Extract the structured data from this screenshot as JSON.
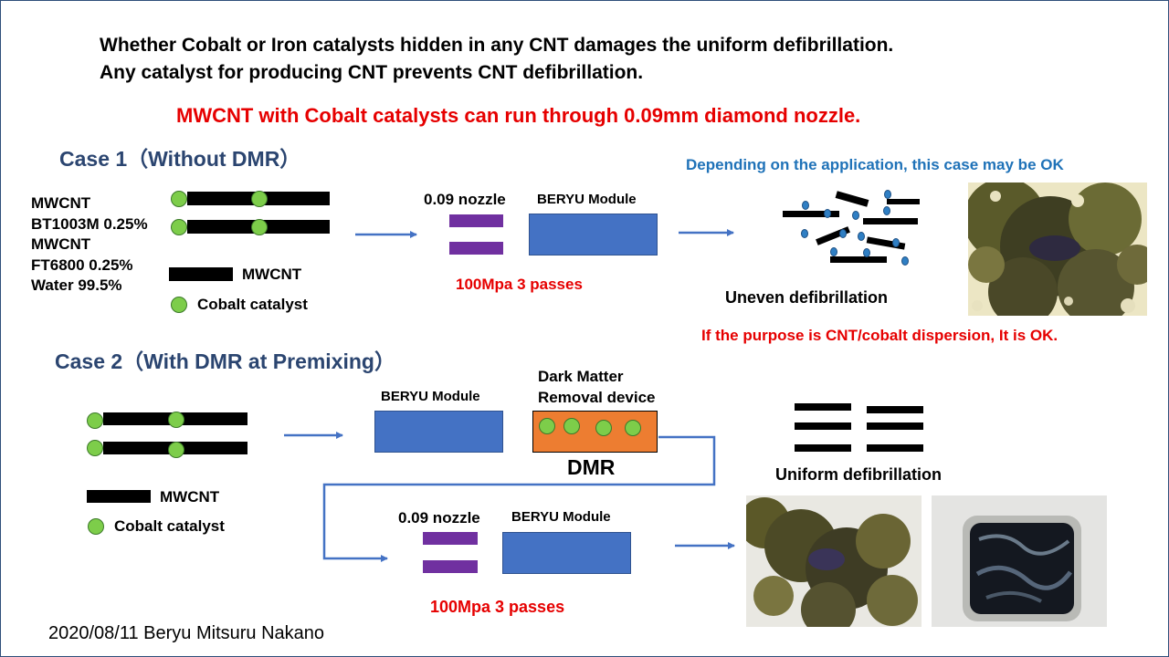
{
  "header": {
    "line1": "Whether Cobalt or Iron catalysts hidden in any CNT  damages the uniform defibrillation.",
    "line2": "Any catalyst for producing CNT prevents CNT defibrillation.",
    "highlight": "MWCNT with Cobalt catalysts can run through 0.09mm diamond nozzle."
  },
  "case1": {
    "heading": "Case  1（Without DMR）",
    "composition": [
      "MWCNT",
      "BT1003M 0.25%",
      "MWCNT",
      "FT6800 0.25%",
      "Water 99.5%"
    ],
    "legend_cnt": "MWCNT",
    "legend_catalyst": "Cobalt catalyst",
    "nozzle_label": "0.09 nozzle",
    "module_label": "BERYU Module",
    "process": "100Mpa 3 passes",
    "note": "Depending on the application, this case may be OK",
    "result": "Uneven defibrillation",
    "note2": "If the purpose is CNT/cobalt dispersion, It is OK."
  },
  "case2": {
    "heading": "Case  2（With DMR at Premixing）",
    "module_label": "BERYU Module",
    "dmr_label": "Dark Matter\nRemoval device",
    "dmr_name": "DMR",
    "legend_cnt": "MWCNT",
    "legend_catalyst": "Cobalt catalyst",
    "nozzle_label": "0.09 nozzle",
    "module_label2": "BERYU Module",
    "process": "100Mpa 3 passes",
    "result": "Uniform defibrillation"
  },
  "footer": "2020/08/11 Beryu Mitsuru Nakano",
  "colors": {
    "accent_red": "#e60000",
    "heading_navy": "#2b4570",
    "note_blue": "#1f72b8",
    "module_blue": "#4472c4",
    "nozzle_purple": "#7030a0",
    "dmr_orange": "#ed7d31",
    "catalyst_green": "#7dcd4a",
    "arrow_blue": "#4472c4"
  }
}
